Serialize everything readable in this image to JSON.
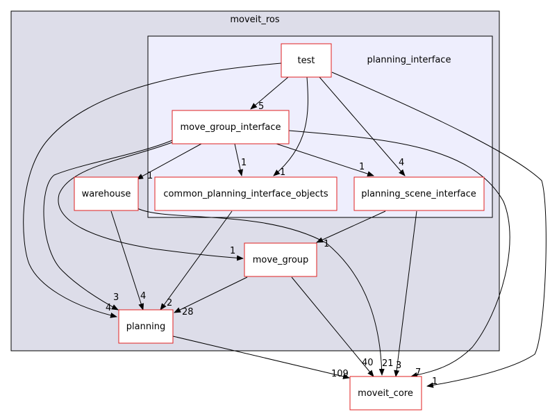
{
  "graph": {
    "outer_cluster": {
      "label": "moveit_ros",
      "fill": "#dddde9"
    },
    "inner_cluster": {
      "label": "planning_interface",
      "fill": "#eeeefd"
    },
    "node_stroke": "#e01f1f",
    "nodes": {
      "test": "test",
      "move_group_interface": "move_group_interface",
      "warehouse": "warehouse",
      "common_planning_interface_objects": "common_planning_interface_objects",
      "planning_scene_interface": "planning_scene_interface",
      "move_group": "move_group",
      "planning": "planning",
      "moveit_core": "moveit_core"
    },
    "edges": {
      "test_to_mgi": "5",
      "test_to_cpio": "1",
      "test_to_psi": "4",
      "test_to_moveit_core": "1",
      "test_to_planning": "4",
      "mgi_to_warehouse": "1",
      "mgi_to_cpio": "1",
      "mgi_to_psi": "1",
      "mgi_to_move_group": "1",
      "mgi_to_planning": "3",
      "mgi_to_moveit_core": "7",
      "warehouse_to_planning": "4",
      "warehouse_to_moveit_core": "21",
      "cpio_to_planning": "2",
      "psi_to_move_group": "1",
      "psi_to_moveit_core": "3",
      "move_group_to_planning": "28",
      "move_group_to_moveit_core": "40",
      "planning_to_moveit_core": "109"
    }
  }
}
